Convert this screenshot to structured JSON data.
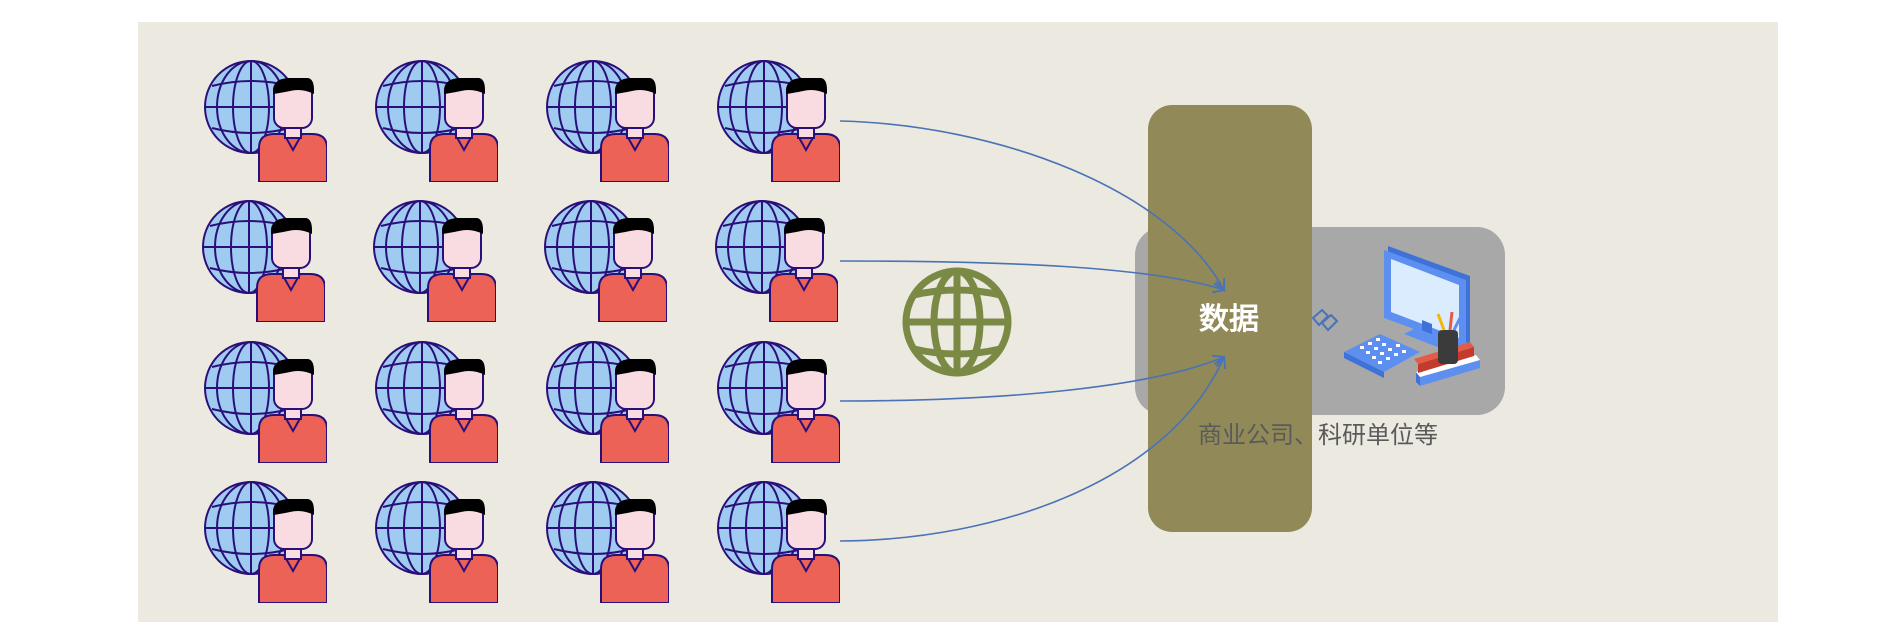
{
  "diagram": {
    "data_box_label": "数据",
    "org_label": "商业公司、科研单位等",
    "users": {
      "rows": 4,
      "cols": 4
    },
    "icons": {
      "user": "globe-user-icon",
      "network": "globe-icon",
      "computer": "computer-workstation-icon",
      "link": "link-icon"
    },
    "colors": {
      "background": "#ece9e0",
      "data_box": "#918a58",
      "org_panel": "#a8a8a8",
      "network_globe": "#7a8a45",
      "arrow": "#4a72b6",
      "user_globe": "#9fcbf0",
      "user_outline": "#2a0f7a",
      "user_face": "#f8dce1",
      "user_body": "#ec6257"
    }
  }
}
